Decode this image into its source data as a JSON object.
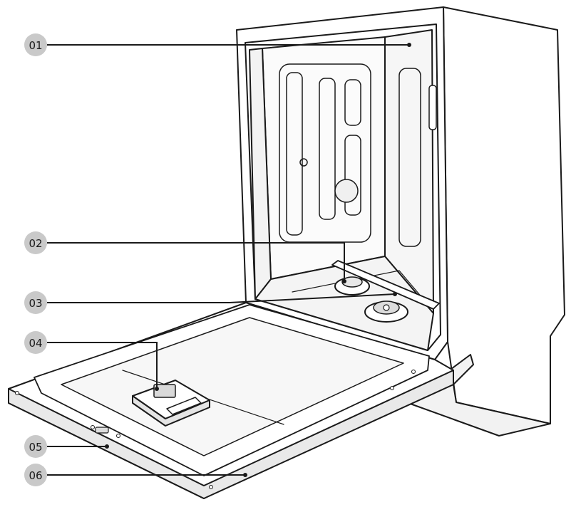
{
  "diagram": {
    "callouts": [
      {
        "label": "01"
      },
      {
        "label": "02"
      },
      {
        "label": "03"
      },
      {
        "label": "04"
      },
      {
        "label": "05"
      },
      {
        "label": "06"
      }
    ]
  },
  "colors": {
    "outline": "#1a1a1a",
    "badge_fill": "#c9c9c9",
    "body_fill": "#ffffff",
    "shade_fill": "#ececec"
  }
}
